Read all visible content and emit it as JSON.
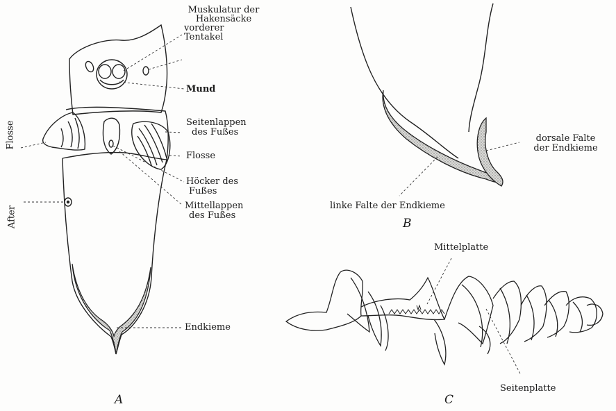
{
  "figure_A": {
    "letter": "A",
    "labels": {
      "muskulatur_line1": "Muskulatur der",
      "muskulatur_line2": "Hakensäcke",
      "vorderer": "vorderer",
      "tentakel": "Tentakel",
      "mund": "Mund",
      "seitenlappen_line1": "Seitenlappen",
      "seitenlappen_line2": "des Fußes",
      "flosse_right": "Flosse",
      "hoecker_line1": "Höcker des",
      "hoecker_line2": "Fußes",
      "mittellappen_line1": "Mittellappen",
      "mittellappen_line2": "des Fußes",
      "endkieme": "Endkieme",
      "flosse_left": "Flosse",
      "after": "After"
    }
  },
  "figure_B": {
    "letter": "B",
    "labels": {
      "dorsale_line1": "dorsale Falte",
      "dorsale_line2": "der Endkieme",
      "linke": "linke Falte der Endkieme"
    }
  },
  "figure_C": {
    "letter": "C",
    "labels": {
      "mittelplatte": "Mittelplatte",
      "seitenplatte": "Seitenplatte"
    }
  }
}
